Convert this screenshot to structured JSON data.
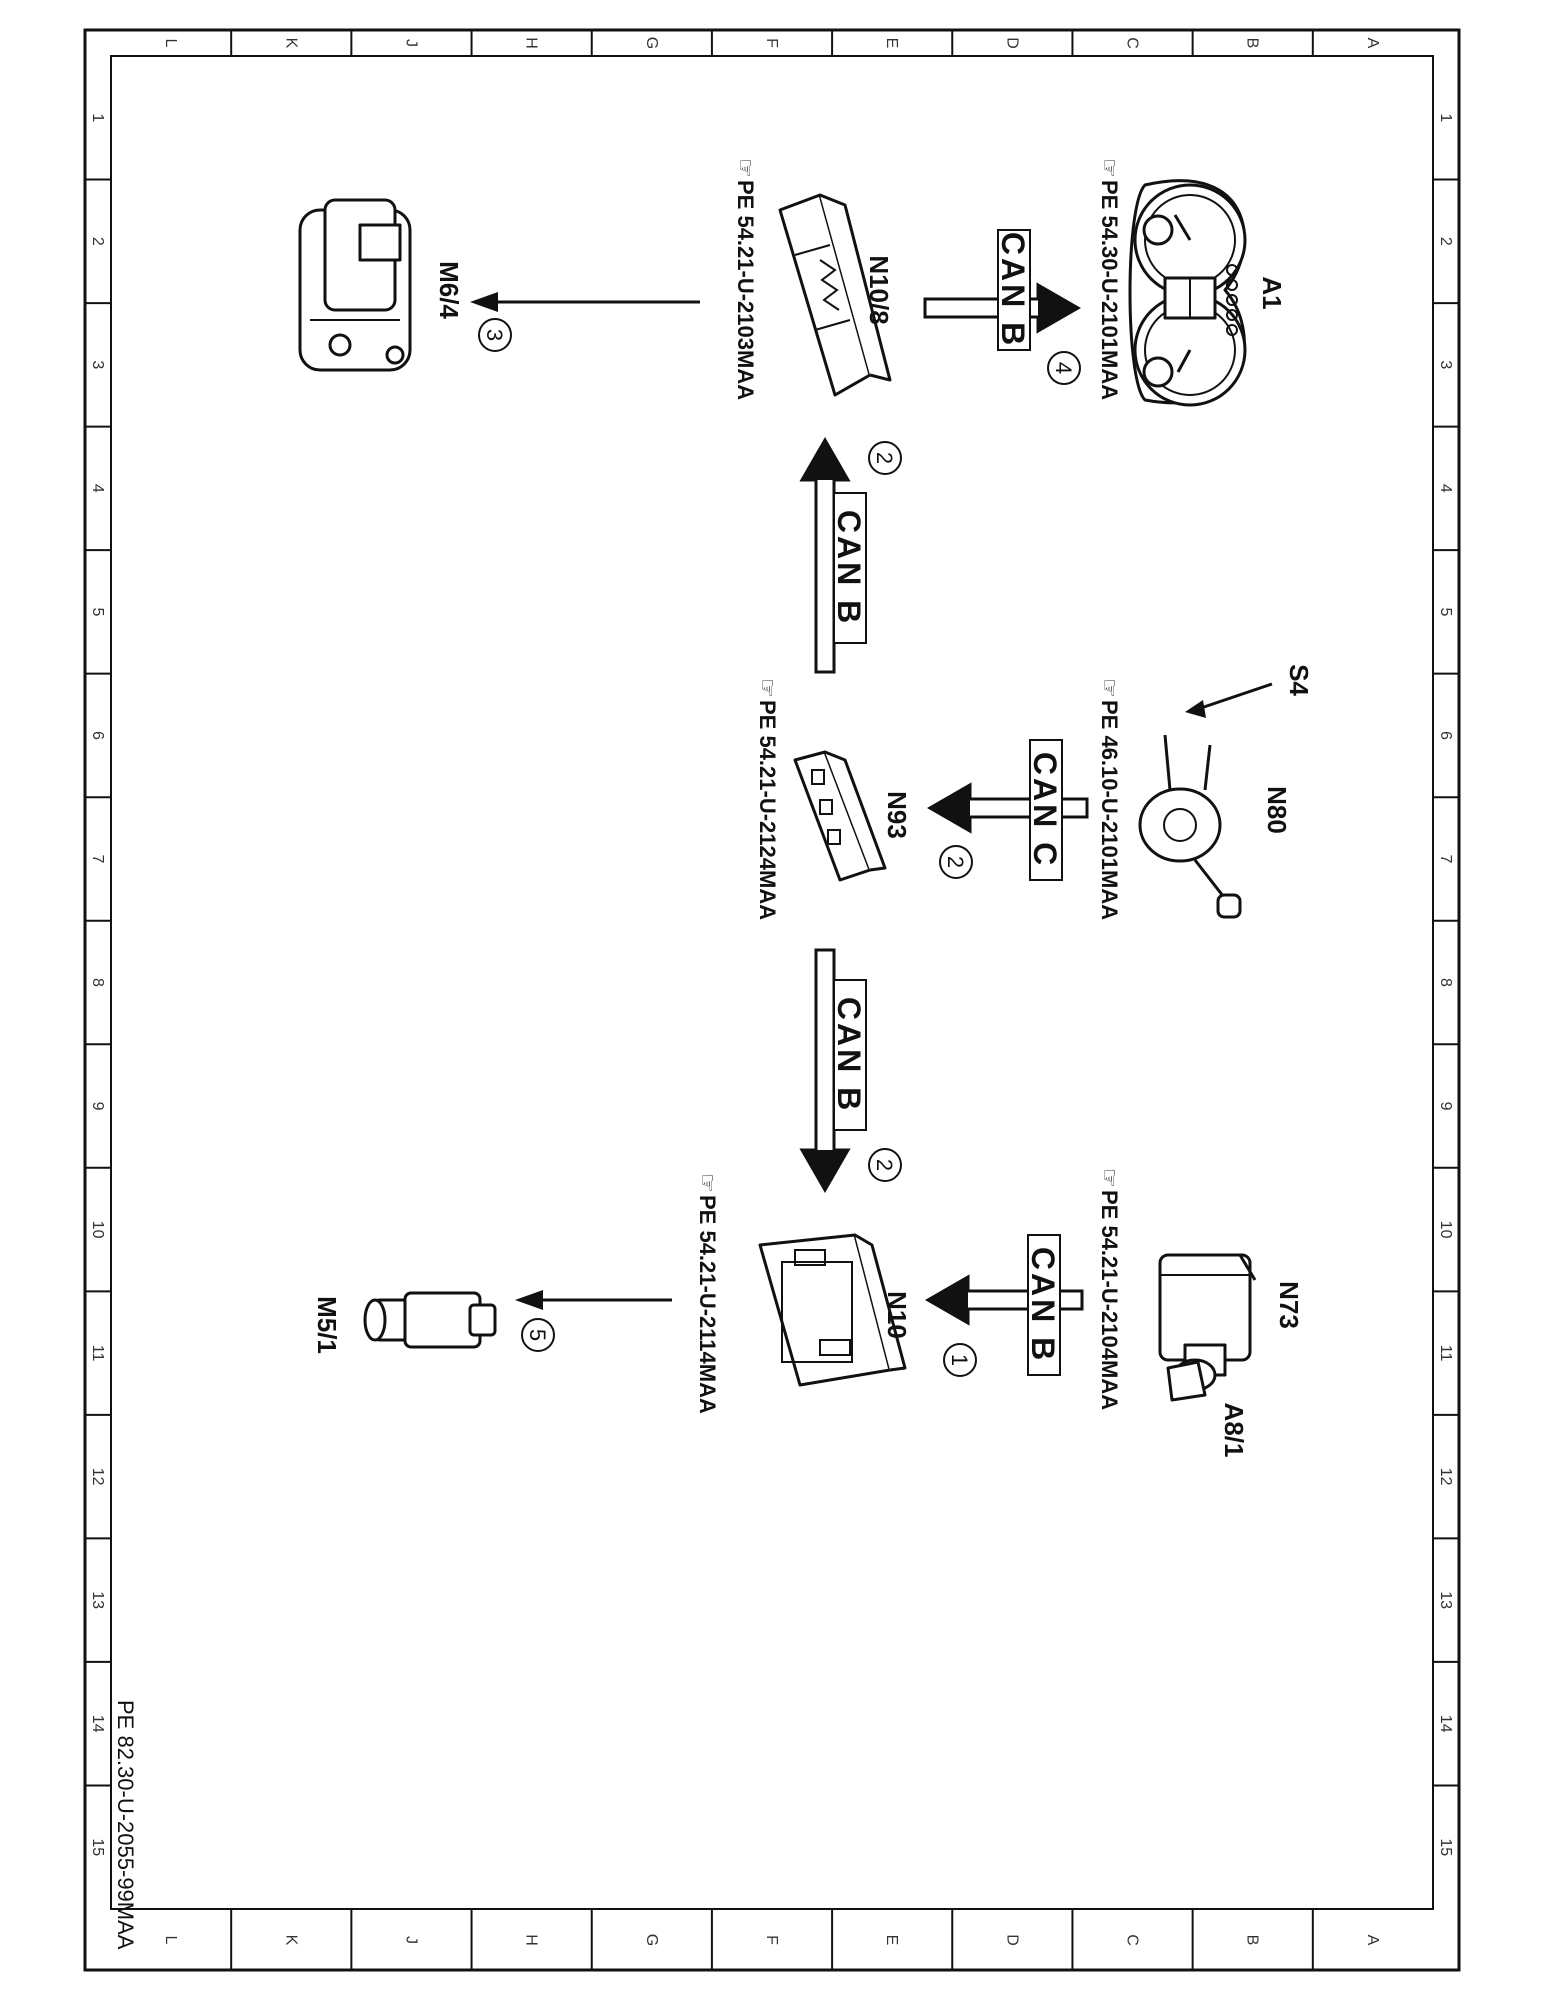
{
  "drawing_number": "PE 82.30-U-2055-99MAA",
  "border": {
    "row_letters": [
      "L",
      "K",
      "J",
      "H",
      "G",
      "F",
      "E",
      "D",
      "C",
      "B",
      "A"
    ],
    "column_numbers": [
      "1",
      "2",
      "3",
      "4",
      "5",
      "6",
      "7",
      "8",
      "9",
      "10",
      "11",
      "12",
      "13",
      "14",
      "15"
    ]
  },
  "components": {
    "a1": {
      "label": "A1",
      "ref": "PE 54.30-U-2101MAA"
    },
    "n10_8": {
      "label": "N10/8",
      "ref": "PE 54.21-U-2103MAA"
    },
    "m6_4": {
      "label": "M6/4"
    },
    "n80": {
      "label": "N80",
      "ref": "PE 46.10-U-2101MAA"
    },
    "s4": {
      "label": "S4"
    },
    "n93": {
      "label": "N93",
      "ref": "PE 54.21-U-2124MAA"
    },
    "n73": {
      "label": "N73",
      "ref": "PE 54.21-U-2104MAA"
    },
    "a8_1": {
      "label": "A8/1"
    },
    "n10": {
      "label": "N10",
      "ref": "PE 54.21-U-2114MAA"
    },
    "m5_1": {
      "label": "M5/1"
    }
  },
  "connections": {
    "n10_8_to_a1": {
      "bus": "CAN B",
      "step": "4"
    },
    "n93_to_n10_8": {
      "bus": "CAN B",
      "step": "2"
    },
    "n80_to_n93": {
      "bus": "CAN C",
      "step": "2"
    },
    "n93_to_n10": {
      "bus": "CAN B",
      "step": "2"
    },
    "n73_to_n10": {
      "bus": "CAN B",
      "step": "1"
    },
    "n10_8_to_m6_4": {
      "step": "3"
    },
    "n10_to_m5_1": {
      "step": "5"
    }
  }
}
